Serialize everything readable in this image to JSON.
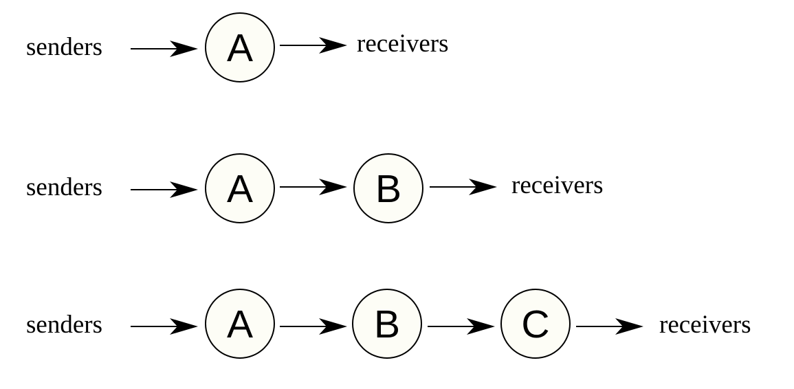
{
  "rows": [
    {
      "sender_label": "senders",
      "nodes": [
        "A"
      ],
      "receiver_label": "receivers"
    },
    {
      "sender_label": "senders",
      "nodes": [
        "A",
        "B"
      ],
      "receiver_label": "receivers"
    },
    {
      "sender_label": "senders",
      "nodes": [
        "A",
        "B",
        "C"
      ],
      "receiver_label": "receivers"
    }
  ],
  "colors": {
    "node_fill": "#fdfdf6",
    "stroke": "#000000"
  }
}
